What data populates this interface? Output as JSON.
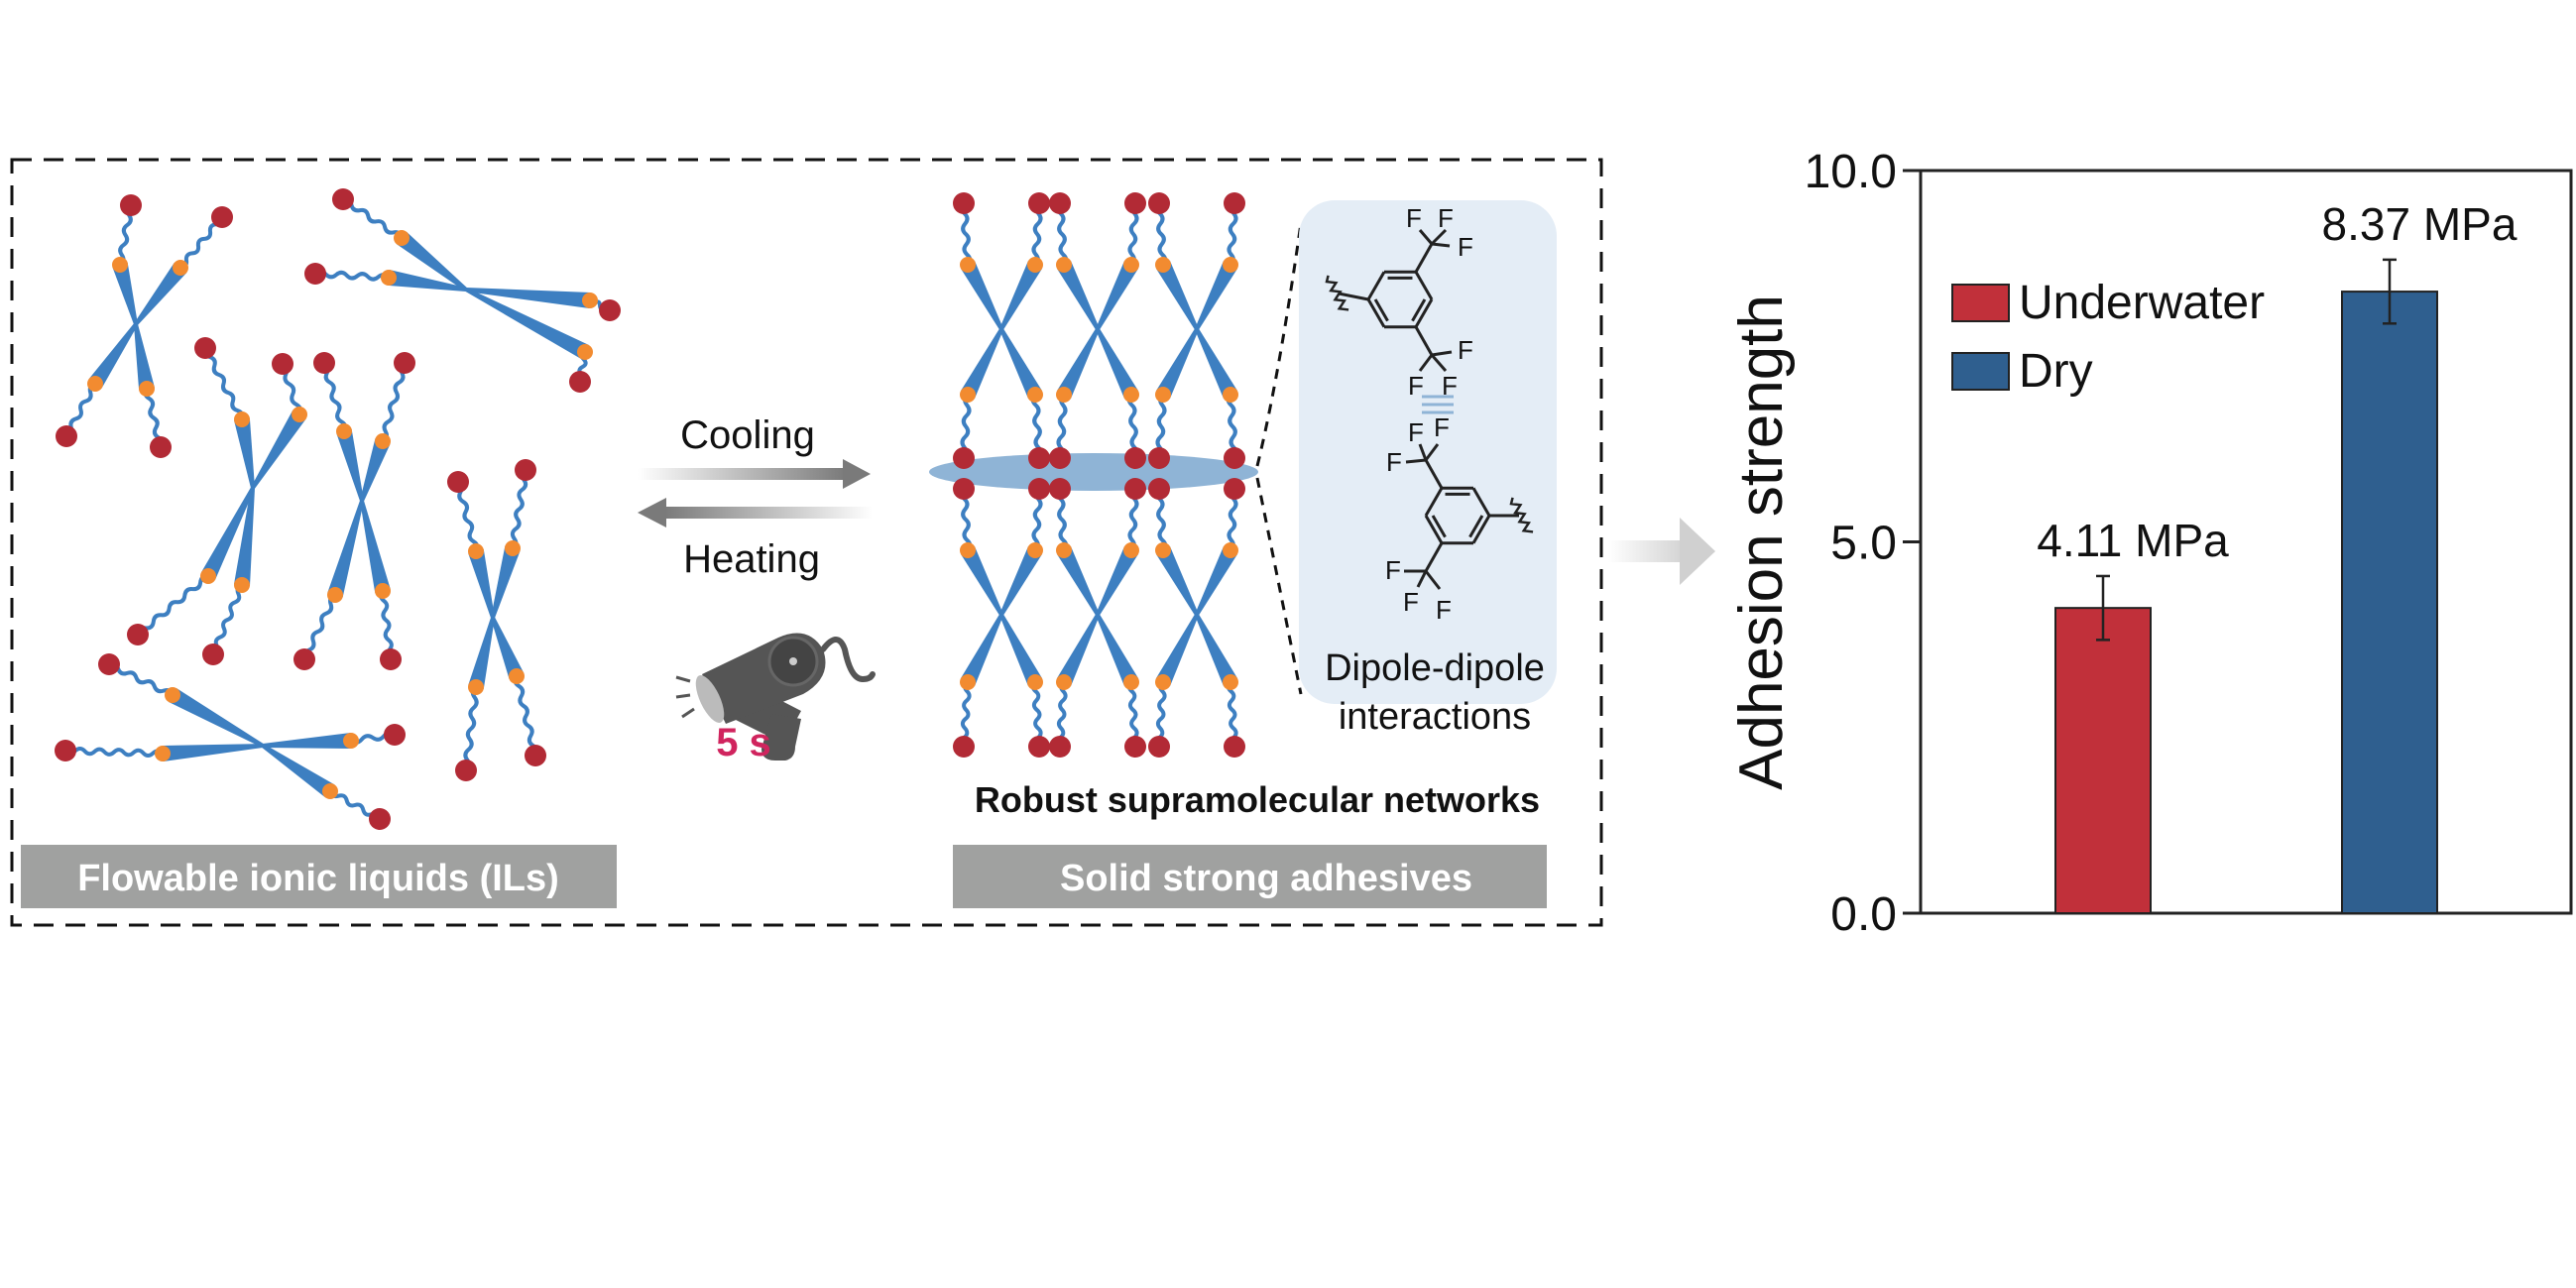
{
  "scheme": {
    "left_panel": {
      "label": "Flowable ionic liquids (ILs)"
    },
    "transition": {
      "forward_label": "Cooling",
      "reverse_label": "Heating",
      "heater_icon": "hair-dryer-icon",
      "duration_label": "5 s"
    },
    "right_panel": {
      "network_caption": "Robust supramolecular networks",
      "label": "Solid strong adhesives",
      "inset": {
        "atom_label": "F",
        "interaction_line1": "Dipole-dipole",
        "interaction_line2": "interactions"
      }
    },
    "colors": {
      "polymer_blue": "#3d7fc1",
      "linker_orange": "#f28b30",
      "ionic_red": "#b22a35",
      "label_gray": "#a0a1a0",
      "inset_bg": "#e4edf6",
      "interface_ellipse": "#8fb4d6",
      "duration_pink": "#d0245e",
      "dryer_gray": "#555555"
    }
  },
  "chart_data": {
    "type": "bar",
    "title": "",
    "xlabel": "",
    "ylabel": "Adhesion strength",
    "ylim": [
      0,
      10
    ],
    "yticks": [
      0,
      5,
      10
    ],
    "ytick_labels": [
      "0.0",
      "5.0",
      "10.0"
    ],
    "grid": false,
    "legend_position": "top-left",
    "categories": [
      "Underwater",
      "Dry"
    ],
    "series": [
      {
        "name": "Underwater",
        "value": 4.11,
        "error": 0.43,
        "color": "#c1303a",
        "data_label": "4.11 MPa"
      },
      {
        "name": "Dry",
        "value": 8.37,
        "error": 0.43,
        "color": "#2f5f8f",
        "data_label": "8.37 MPa"
      }
    ]
  }
}
